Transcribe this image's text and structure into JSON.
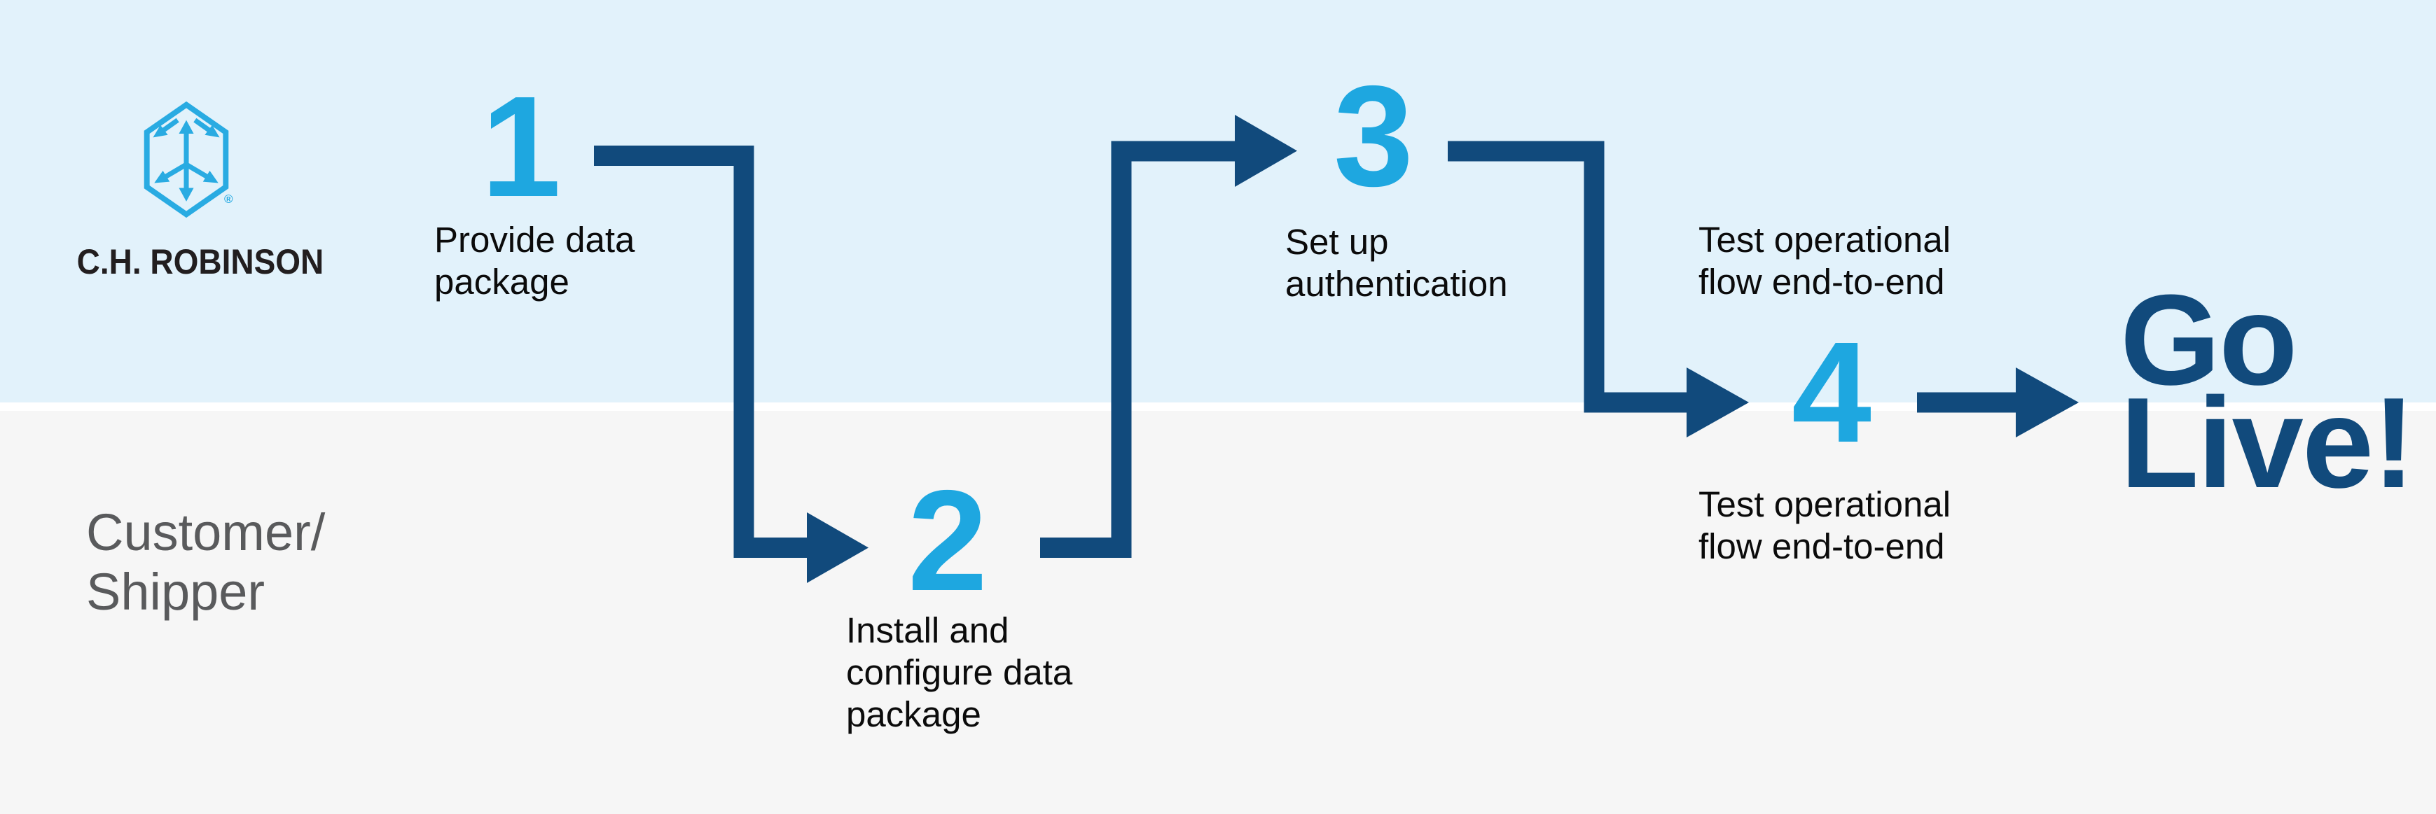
{
  "colors": {
    "band_top": "#E2F2FB",
    "band_bottom": "#F6F6F6",
    "divider": "#FFFFFF",
    "navy": "#114A7C",
    "bright_blue": "#1EA7E0",
    "logo_blue": "#29ABE2",
    "label_text": "#0B0B0B",
    "lane_label_text": "#595A5C",
    "logo_text": "#221E1F"
  },
  "logo": {
    "icon": "hexagon-arrows-icon",
    "text": "C.H. ROBINSON",
    "registered": "®"
  },
  "lanes": {
    "bottom": {
      "label_lines": [
        "Customer/",
        "Shipper"
      ]
    }
  },
  "steps": [
    {
      "number": "1",
      "label_lines": [
        "Provide data",
        "package"
      ]
    },
    {
      "number": "2",
      "label_lines": [
        "Install and",
        "configure data",
        "package"
      ]
    },
    {
      "number": "3",
      "label_lines": [
        "Set up",
        "authentication"
      ]
    },
    {
      "number": "4",
      "label_top_lines": [
        "Test operational",
        "flow end-to-end"
      ],
      "label_bottom_lines": [
        "Test operational",
        "flow end-to-end"
      ]
    }
  ],
  "outcome": {
    "lines": [
      "Go",
      "Live!"
    ]
  }
}
